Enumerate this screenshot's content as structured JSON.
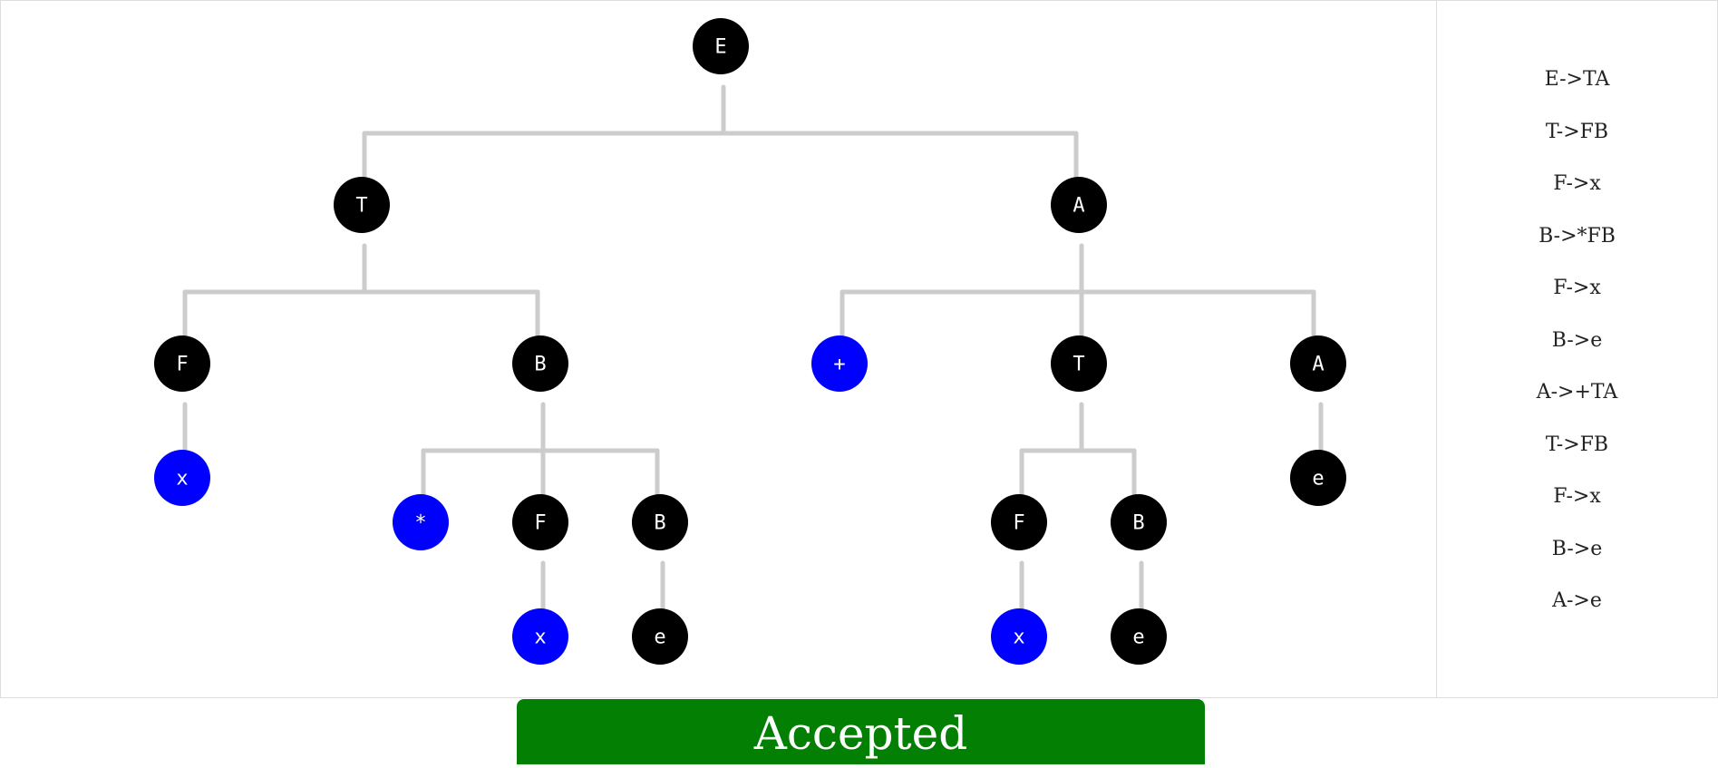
{
  "tree": {
    "nodes": [
      {
        "id": "n0",
        "label": "E",
        "kind": "nonterminal"
      },
      {
        "id": "n1",
        "label": "T",
        "kind": "nonterminal"
      },
      {
        "id": "n2",
        "label": "A",
        "kind": "nonterminal"
      },
      {
        "id": "n3",
        "label": "F",
        "kind": "nonterminal"
      },
      {
        "id": "n4",
        "label": "B",
        "kind": "nonterminal"
      },
      {
        "id": "n5",
        "label": "x",
        "kind": "terminal"
      },
      {
        "id": "n6",
        "label": "*",
        "kind": "terminal"
      },
      {
        "id": "n7",
        "label": "F",
        "kind": "nonterminal"
      },
      {
        "id": "n8",
        "label": "B",
        "kind": "nonterminal"
      },
      {
        "id": "n9",
        "label": "x",
        "kind": "terminal"
      },
      {
        "id": "n10",
        "label": "e",
        "kind": "nonterminal"
      },
      {
        "id": "n11",
        "label": "+",
        "kind": "terminal"
      },
      {
        "id": "n12",
        "label": "T",
        "kind": "nonterminal"
      },
      {
        "id": "n13",
        "label": "A",
        "kind": "nonterminal"
      },
      {
        "id": "n14",
        "label": "F",
        "kind": "nonterminal"
      },
      {
        "id": "n15",
        "label": "B",
        "kind": "nonterminal"
      },
      {
        "id": "n16",
        "label": "x",
        "kind": "terminal"
      },
      {
        "id": "n17",
        "label": "e",
        "kind": "nonterminal"
      },
      {
        "id": "n18",
        "label": "e",
        "kind": "nonterminal"
      }
    ],
    "colors": {
      "terminal": "#0000ff",
      "nonterminal": "#000000",
      "edge": "#cccccc"
    }
  },
  "rules": [
    "E->TA",
    "T->FB",
    "F->x",
    "B->*FB",
    "F->x",
    "B->e",
    "A->+TA",
    "T->FB",
    "F->x",
    "B->e",
    "A->e"
  ],
  "status": {
    "label": "Accepted",
    "color": "#038003"
  }
}
